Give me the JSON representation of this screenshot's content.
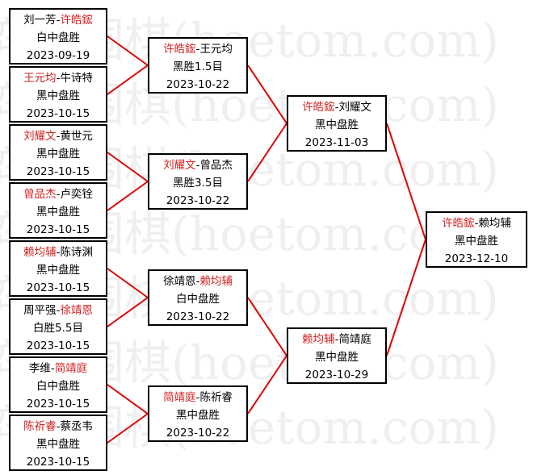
{
  "watermark": "弈城围棋(hoetom.com)",
  "colors": {
    "winner": "#d42020",
    "line": "#e00000",
    "border": "#000000"
  },
  "rounds": [
    [
      {
        "p1": "刘一芳",
        "p2": "许皓鋐",
        "winner": 2,
        "result": "白中盘胜",
        "date": "2023-09-19"
      },
      {
        "p1": "王元均",
        "p2": "牛诗特",
        "winner": 1,
        "result": "黑中盘胜",
        "date": "2023-10-15"
      },
      {
        "p1": "刘耀文",
        "p2": "黄世元",
        "winner": 1,
        "result": "黑中盘胜",
        "date": "2023-10-15"
      },
      {
        "p1": "曾品杰",
        "p2": "卢奕铨",
        "winner": 1,
        "result": "黑中盘胜",
        "date": "2023-10-15"
      },
      {
        "p1": "赖均辅",
        "p2": "陈诗渊",
        "winner": 1,
        "result": "黑中盘胜",
        "date": "2023-10-15"
      },
      {
        "p1": "周平强",
        "p2": "徐靖恩",
        "winner": 2,
        "result": "白胜5.5目",
        "date": "2023-10-15"
      },
      {
        "p1": "李维",
        "p2": "简靖庭",
        "winner": 2,
        "result": "白中盘胜",
        "date": "2023-10-15"
      },
      {
        "p1": "陈祈睿",
        "p2": "蔡丞韦",
        "winner": 1,
        "result": "黑中盘胜",
        "date": "2023-10-15"
      }
    ],
    [
      {
        "p1": "许皓鋐",
        "p2": "王元均",
        "winner": 1,
        "result": "黑胜1.5目",
        "date": "2023-10-22"
      },
      {
        "p1": "刘耀文",
        "p2": "曾品杰",
        "winner": 1,
        "result": "黑胜3.5目",
        "date": "2023-10-22"
      },
      {
        "p1": "徐靖恩",
        "p2": "赖均辅",
        "winner": 2,
        "result": "白中盘胜",
        "date": "2023-10-22"
      },
      {
        "p1": "简靖庭",
        "p2": "陈祈睿",
        "winner": 1,
        "result": "黑中盘胜",
        "date": "2023-10-22"
      }
    ],
    [
      {
        "p1": "许皓鋐",
        "p2": "刘耀文",
        "winner": 1,
        "result": "黑中盘胜",
        "date": "2023-11-03"
      },
      {
        "p1": "赖均辅",
        "p2": "简靖庭",
        "winner": 1,
        "result": "黑中盘胜",
        "date": "2023-10-29"
      }
    ],
    [
      {
        "p1": "许皓鋐",
        "p2": "赖均辅",
        "winner": 1,
        "result": "黑中盘胜",
        "date": "2023-12-10"
      }
    ]
  ]
}
